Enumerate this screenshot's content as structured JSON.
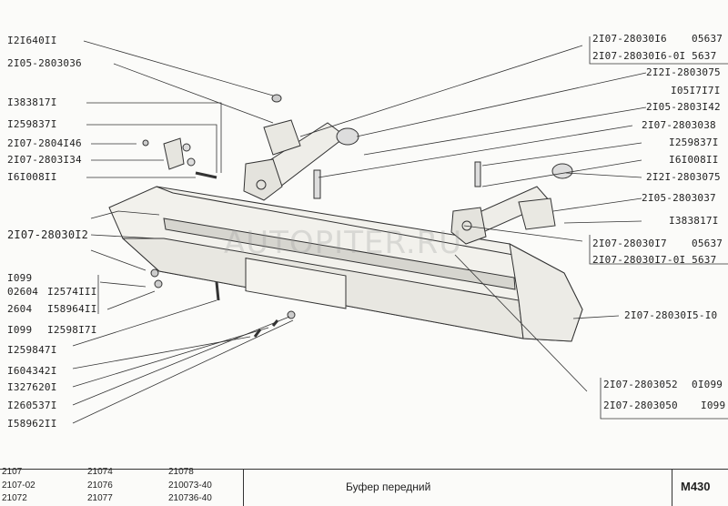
{
  "watermark": "AUTOPITER.RU",
  "labels_left": [
    "I2I640II",
    "2I05-2803036",
    "I383817I",
    "I259837I",
    "2I07-2804I46",
    "2I07-2803I34",
    "I6I008II",
    "2I07-28030I2",
    "I099",
    "02604",
    "I2574III",
    "2604",
    "I58964II",
    "I099",
    "I2598I7I",
    "I259847I",
    "I604342I",
    "I327620I",
    "I260537I",
    "I58962II"
  ],
  "labels_right": [
    "2I07-28030I6",
    "05637",
    "2I07-28030I6-0I 5637",
    "2I2I-2803075",
    "I05I7I7I",
    "2I05-2803I42",
    "2I07-2803038",
    "I259837I",
    "I6I008II",
    "2I2I-2803075",
    "2I05-2803037",
    "I383817I",
    "2I07-28030I7",
    "05637",
    "2I07-28030I7-0I 5637",
    "2I07-28030I5-I0",
    "2I07-2803052",
    "0I099",
    "2I07-2803050",
    "I099"
  ],
  "footer": {
    "models": [
      "2107",
      "2107-02",
      "21072",
      "21074",
      "21076",
      "21077",
      "21078",
      "210073-40",
      "210736-40"
    ],
    "title": "Буфер передний",
    "code": "M430"
  }
}
